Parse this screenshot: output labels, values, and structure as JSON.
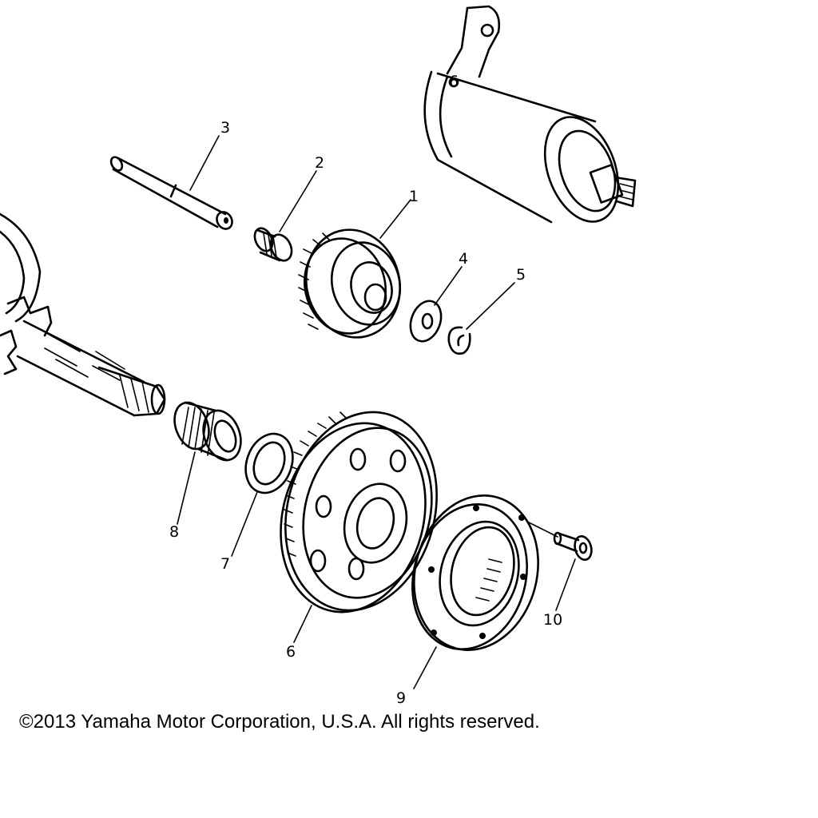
{
  "diagram": {
    "parts": [
      {
        "id": "1",
        "label": "1"
      },
      {
        "id": "2",
        "label": "2"
      },
      {
        "id": "3",
        "label": "3"
      },
      {
        "id": "4",
        "label": "4"
      },
      {
        "id": "5",
        "label": "5"
      },
      {
        "id": "6",
        "label": "6"
      },
      {
        "id": "7",
        "label": "7"
      },
      {
        "id": "8",
        "label": "8"
      },
      {
        "id": "9",
        "label": "9"
      },
      {
        "id": "10",
        "label": "10"
      },
      {
        "id": "starter-motor-mark",
        "label": "6"
      }
    ]
  },
  "footer": {
    "copyright": "©2013 Yamaha Motor Corporation, U.S.A. All rights reserved."
  }
}
